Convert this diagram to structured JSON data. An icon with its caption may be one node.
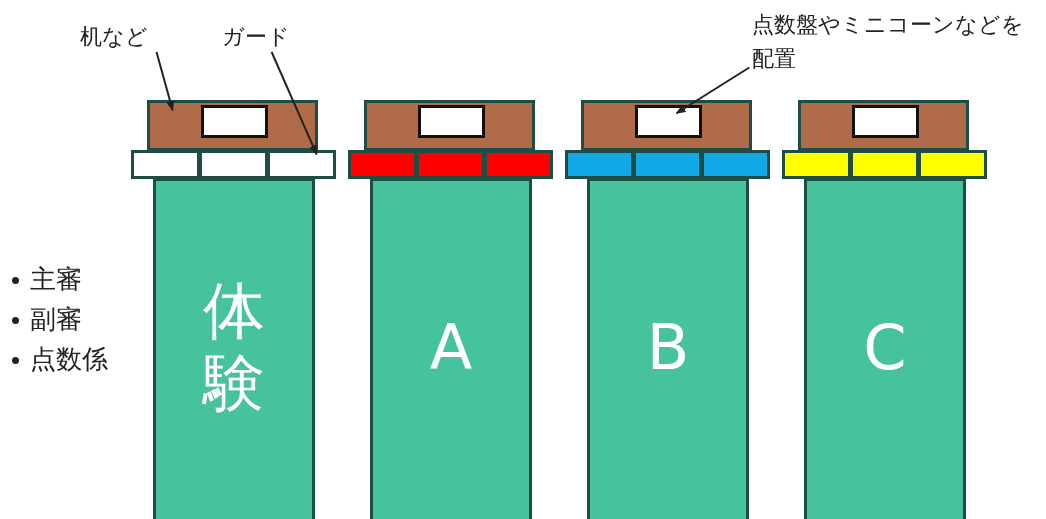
{
  "diagram": {
    "nodes": [
      {
        "text": [
          "机など"
        ]
      },
      {
        "text": [
          "ガード"
        ]
      },
      {
        "text": [
          "点数盤やミニコーンなどを配置"
        ]
      },
      {
        "text": [],
        "shape": "box"
      },
      {
        "text": [],
        "shape": "box",
        "in": 3
      },
      {
        "text": [],
        "shape": "box"
      },
      {
        "text": [],
        "shape": "box",
        "in": 5
      },
      {
        "text": [],
        "shape": "box"
      },
      {
        "text": [],
        "shape": "box",
        "in": 7
      },
      {
        "text": [],
        "shape": "box"
      },
      {
        "text": [],
        "shape": "box",
        "in": 9
      },
      {
        "text": [],
        "shape": "box"
      },
      {
        "text": [],
        "shape": "box"
      },
      {
        "text": [],
        "shape": "box"
      },
      {
        "text": [],
        "shape": "box"
      },
      {
        "text": [],
        "shape": "box"
      },
      {
        "text": [],
        "shape": "box"
      },
      {
        "text": [],
        "shape": "box"
      },
      {
        "text": [],
        "shape": "box"
      },
      {
        "text": [],
        "shape": "box"
      },
      {
        "text": [],
        "shape": "box"
      },
      {
        "text": [],
        "shape": "box"
      },
      {
        "text": [],
        "shape": "box"
      },
      {
        "text": [
          "体験"
        ]
      },
      {
        "text": [
          "A"
        ]
      },
      {
        "text": [
          "B"
        ]
      },
      {
        "text": [
          "C"
        ]
      }
    ],
    "edges": [
      {
        "from": 0,
        "to": 3,
        "arrow": "to"
      },
      {
        "from": 1,
        "to": 13,
        "arrow": "to"
      },
      {
        "from": 2,
        "to": 8,
        "arrow": "to"
      }
    ],
    "labels": [
      "主審",
      "副審",
      "点数係"
    ]
  }
}
